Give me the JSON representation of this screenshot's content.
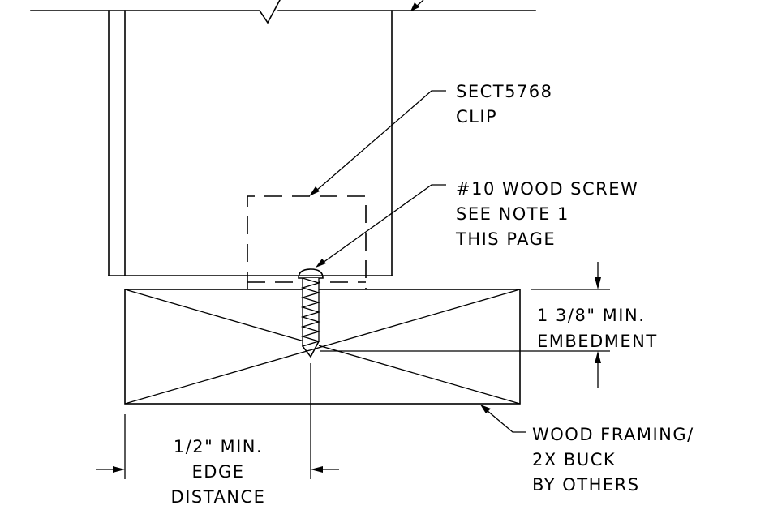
{
  "labels": {
    "clip_line1": "SECT5768",
    "clip_line2": "CLIP",
    "screw_line1": "#10 WOOD SCREW",
    "screw_line2": "SEE NOTE 1",
    "screw_line3": "THIS PAGE",
    "embed_line1": "1 3/8\" MIN.",
    "embed_line2": "EMBEDMENT",
    "edge_line1": "1/2\" MIN.",
    "edge_line2": "EDGE",
    "edge_line3": "DISTANCE",
    "framing_line1": "WOOD FRAMING/",
    "framing_line2": "2X BUCK",
    "framing_line3": "BY OTHERS"
  }
}
